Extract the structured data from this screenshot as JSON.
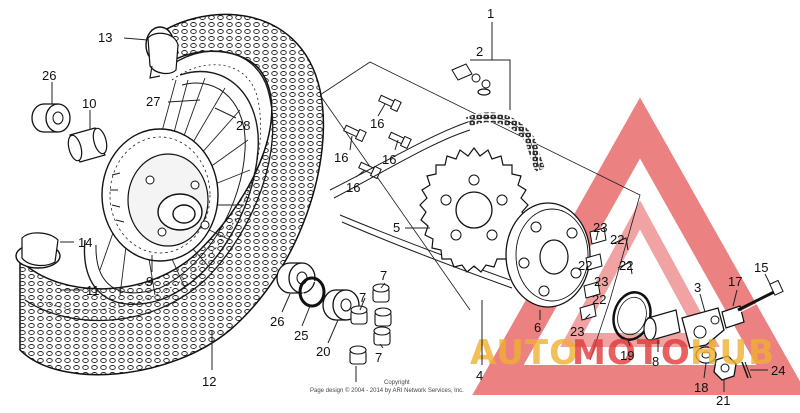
{
  "copyright": {
    "line1": "Copyright",
    "line2": "Page design © 2004 - 2014 by ARI Network Services, Inc."
  },
  "watermark": {
    "text_auto": "AUTO",
    "text_moto": "MOTO",
    "text_hub": "HUB",
    "color_red": "#e03a3a",
    "color_gold": "#f0b030"
  },
  "callouts": [
    {
      "id": "c1",
      "label": "1"
    },
    {
      "id": "c2",
      "label": "2"
    },
    {
      "id": "c3",
      "label": "3"
    },
    {
      "id": "c4",
      "label": "4"
    },
    {
      "id": "c5",
      "label": "5"
    },
    {
      "id": "c6",
      "label": "6"
    },
    {
      "id": "c7a",
      "label": "7"
    },
    {
      "id": "c7b",
      "label": "7"
    },
    {
      "id": "c7c",
      "label": "7"
    },
    {
      "id": "c8",
      "label": "8"
    },
    {
      "id": "c9",
      "label": "9"
    },
    {
      "id": "c10",
      "label": "10"
    },
    {
      "id": "c11",
      "label": "11"
    },
    {
      "id": "c12",
      "label": "12"
    },
    {
      "id": "c13",
      "label": "13"
    },
    {
      "id": "c14",
      "label": "14"
    },
    {
      "id": "c15",
      "label": "15"
    },
    {
      "id": "c16a",
      "label": "16"
    },
    {
      "id": "c16b",
      "label": "16"
    },
    {
      "id": "c16c",
      "label": "16"
    },
    {
      "id": "c16d",
      "label": "16"
    },
    {
      "id": "c17",
      "label": "17"
    },
    {
      "id": "c18",
      "label": "18"
    },
    {
      "id": "c19",
      "label": "19"
    },
    {
      "id": "c20",
      "label": "20"
    },
    {
      "id": "c21",
      "label": "21"
    },
    {
      "id": "c22a",
      "label": "22"
    },
    {
      "id": "c22b",
      "label": "22"
    },
    {
      "id": "c22c",
      "label": "22"
    },
    {
      "id": "c22d",
      "label": "22"
    },
    {
      "id": "c23a",
      "label": "23"
    },
    {
      "id": "c23b",
      "label": "23"
    },
    {
      "id": "c23c",
      "label": "23"
    },
    {
      "id": "c24",
      "label": "24"
    },
    {
      "id": "c25",
      "label": "25"
    },
    {
      "id": "c26a",
      "label": "26"
    },
    {
      "id": "c26b",
      "label": "26"
    },
    {
      "id": "c27",
      "label": "27"
    },
    {
      "id": "c28",
      "label": "28"
    }
  ]
}
